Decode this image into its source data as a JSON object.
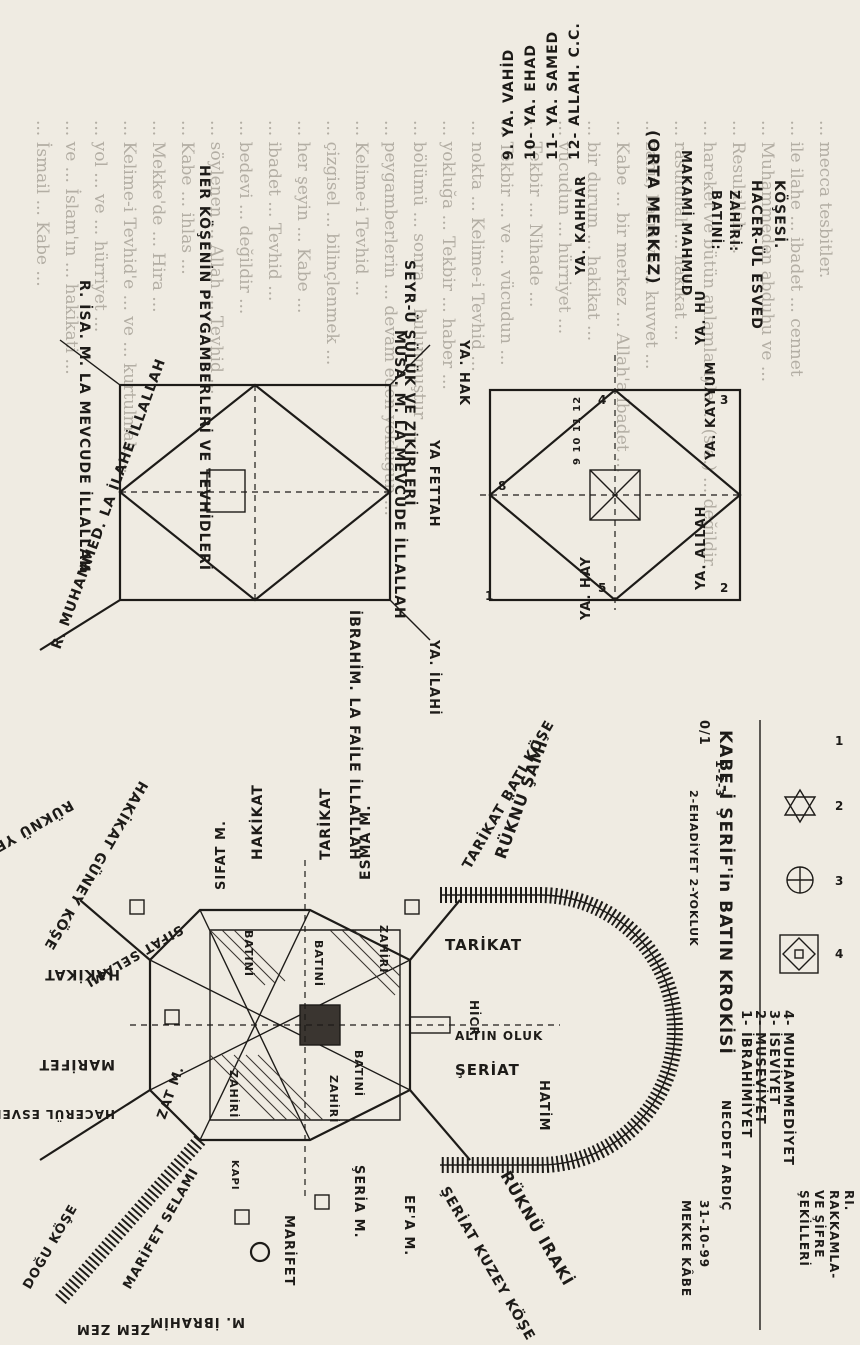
{
  "page": {
    "print_lines": [
      "... mecca tesbitler.",
      "... ile ilahe ... ibadet ... cennet",
      "... Muhammeden abduhu ve ...",
      "... Resulullah ...",
      "... hareket ve bütün anlamlarıyla ... (s.a.) ... değildir.",
      "... rasulullah ... hakikat ...",
      "... zahir, batın ve ... kuvvet ...",
      "... Kabe ... bir merkez ... Allah'a ibadet ...",
      "... bir durum ... hakikat ...",
      "... vücudun ... hürriyet ...",
      "... Tekbir ... Nihade ...",
      "... Tekbir ... ve ... vücudun ...",
      "... nokta ... Kelime-i Tevhid ...",
      "... yokluğa ... Tekbir ... haber ...",
      "... bölümü ... sonra ... bulunmuştur ...",
      "... peygamberlerin ... devam eden yokluğun ...",
      "... Kelime-i Tevhid ...",
      "... çizgisel ... bilinçlenmek ...",
      "... her şeyin ... Kabe ...",
      "... ibadet ... Tevhid ...",
      "... bedevi ... değildir ...",
      "... söylenen ... Allah ... Tevhid ...",
      "... Kabe ... ihlas ...",
      "... Mekke'de ... Hira ...",
      "... Kelime-i Tevhid'e ... ve ... kurtulmak ...",
      "... yol ... ve ... hürriyet ...",
      "... ve ... İslam'ın ... hakikati ...",
      "... İsmail ... Kabe ..."
    ]
  },
  "legend": {
    "title_main": "KABE-İ ŞERİF'in BATIN KROKİSİ",
    "title_sub": "NECDET ARDIÇ",
    "date": "31-10-99",
    "place": "MEKKE KÂBE",
    "sekil_header": "ŞEKİLLERİ VE ŞİFRE RAKKAMLARI",
    "fraction": "0/1",
    "rows": [
      {
        "num": "1",
        "name": "1- İBRAHİMİYET",
        "mark": "1"
      },
      {
        "num": "2",
        "name": "2- MUSEVİYET",
        "mark": "2"
      },
      {
        "num": "3",
        "name": "3- İSEVİYET",
        "mark": "3"
      },
      {
        "num": "4",
        "name": "4- MUHAMMEDİYET",
        "mark": "4"
      }
    ],
    "note_upper": "2-EHADİYET 2-YOKLUK",
    "note_top": "1-2-3"
  },
  "upper_diagrams": {
    "left_box_labels": {
      "corner_nw": "R. İSA. M. LA MEVCUDE İLLALLAH",
      "corner_ne": "MUSA. M. LA MEVCUDE İLLALLAH",
      "corner_sw": "R. MUHAMMED. LA İLAHE İLLALLAH",
      "corner_se": "İBRAHİM. LA FAİLE İLLALLAH",
      "right_note": "SEYR-Ü SÜLÜK VE ZİKİRLERİ",
      "top_note": "HER KÖŞENİN PEYGAMBERLERİ VE TEVHİDLERİ",
      "inner_right": "YA FETTAH",
      "inner_bottom": "YA. İLAHİ",
      "inner_top": "YA. HAK"
    },
    "right_box_labels": {
      "top": "YA. KAHHAR",
      "right": "YA. KAYYUM",
      "bottom": "YA. HAY",
      "nw_corner": "YA. HU",
      "sw_corner": "YA. ALLAH",
      "center_small": "9 10 11 12",
      "num_4": "4",
      "num_8": "8",
      "num_5": "5",
      "num_3": "3",
      "num_2": "2",
      "num_1": "1"
    },
    "list_top": [
      "9. YA. VAHİD",
      "10- YA. EHAD",
      "11- YA. SAMED",
      "12- ALLAH. C.C."
    ],
    "orta_merkez": "(ORTA MERKEZ)",
    "makam": "MAKAMİ MAHMUD",
    "batini": "BATINİ:",
    "zahiri": "ZAHİRİ:",
    "hacer": "HACER-ÜL ESVED",
    "kosesi": "KÖŞESİ."
  },
  "kaaba_diagram": {
    "hatim": "HATİM",
    "hicr": "HİCR",
    "altin_oluk": "ALTIN OLUK",
    "tarikat_inner": "TARİKAT",
    "seriat_inner": "ŞERİAT",
    "rukn_sami": "RÜKNÜ ŞAMİ",
    "tarikat_bati": "TARİKAT BATI KÖŞE",
    "esma_m": "ESMA M.",
    "tarikat_side": "TARİKAT",
    "hakikat_top": "HAKİKAT",
    "sifat_m": "SIFAT M.",
    "hakikat_left": "HAKİKAT",
    "rukn_yemani": "RÜKNÜ YEMANİ",
    "hakikat_guney": "HAKİKAT GÜNEY KÖŞE",
    "sifat_selami": "SIFAT SELAMI",
    "marifet_left": "MARİFET",
    "hacerul_esved": "HACERÜL ESVED",
    "zat_m": "ZAT M.",
    "dogu_kose": "DOĞU KÖŞE",
    "marifet_selam": "MARİFET SELAMI",
    "zemzem": "ZEM ZEM",
    "m_ibrahim": "M. İBRAHİM",
    "marifet_bottom": "MARİFET",
    "kabi_kapi": "KAPI",
    "seriat_m": "ŞERİA M.",
    "ef_m": "EF'A M.",
    "seriat_kuzey": "ŞERİAT KUZEY KÖŞE",
    "rukn_iraki": "RÜKNÜ IRAKİ",
    "inner_batini_1": "BATINİ",
    "inner_batini_2": "BATINİ",
    "inner_batini_3": "BATINİ",
    "inner_zahiri_1": "ZAHİRİ",
    "inner_zahiri_2": "ZAHİRİ",
    "inner_zahiri_3": "ZAHİRİ"
  },
  "right_text": {
    "sekilleri": "ŞEKİLLERİ",
    "ve_sifre": "VE ŞİFRE",
    "rakkam": "RAKKAMLA-",
    "ri": "RI."
  }
}
